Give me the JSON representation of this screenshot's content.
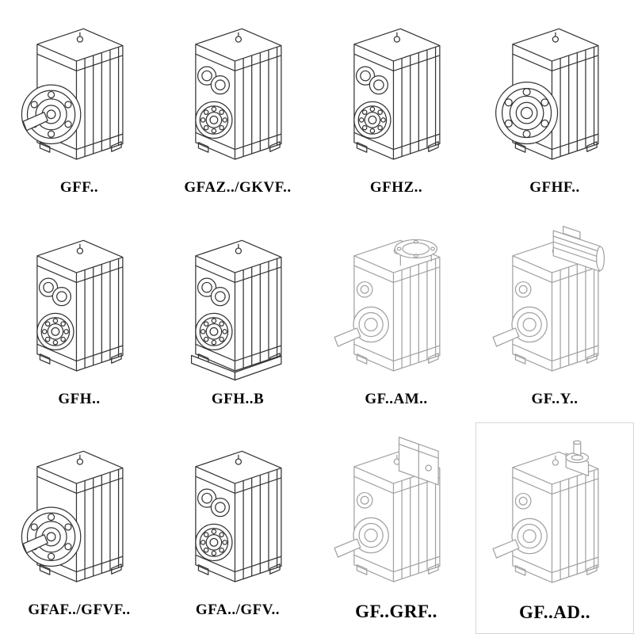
{
  "theme": {
    "ink": "#343434",
    "ink_light": "#a2a2a2",
    "label": "#060606"
  },
  "catalog": {
    "items": [
      {
        "label": "GFF..",
        "drawing": "flange-output-shaft-gearbox"
      },
      {
        "label": "GFAZ../GKVF..",
        "drawing": "dual-bore-gearbox"
      },
      {
        "label": "GFHZ..",
        "drawing": "dual-bore-gearbox"
      },
      {
        "label": "GFHF..",
        "drawing": "hollow-flange-gearbox"
      },
      {
        "label": "GFH..",
        "drawing": "dual-bore-gearbox"
      },
      {
        "label": "GFH..B",
        "drawing": "dual-bore-foot-mounted-gearbox"
      },
      {
        "label": "GF..AM..",
        "drawing": "gearbox-with-motor-adapter-flange"
      },
      {
        "label": "GF..Y..",
        "drawing": "gearbox-with-mounted-motor"
      },
      {
        "label": "GFAF../GFVF..",
        "drawing": "flange-output-shaft-gearbox"
      },
      {
        "label": "GFA../GFV..",
        "drawing": "dual-bore-gearbox"
      },
      {
        "label": "GF..GRF..",
        "drawing": "gearbox-with-input-housing"
      },
      {
        "label": "GF..AD..",
        "drawing": "gearbox-with-input-shaft-adapter"
      }
    ]
  }
}
